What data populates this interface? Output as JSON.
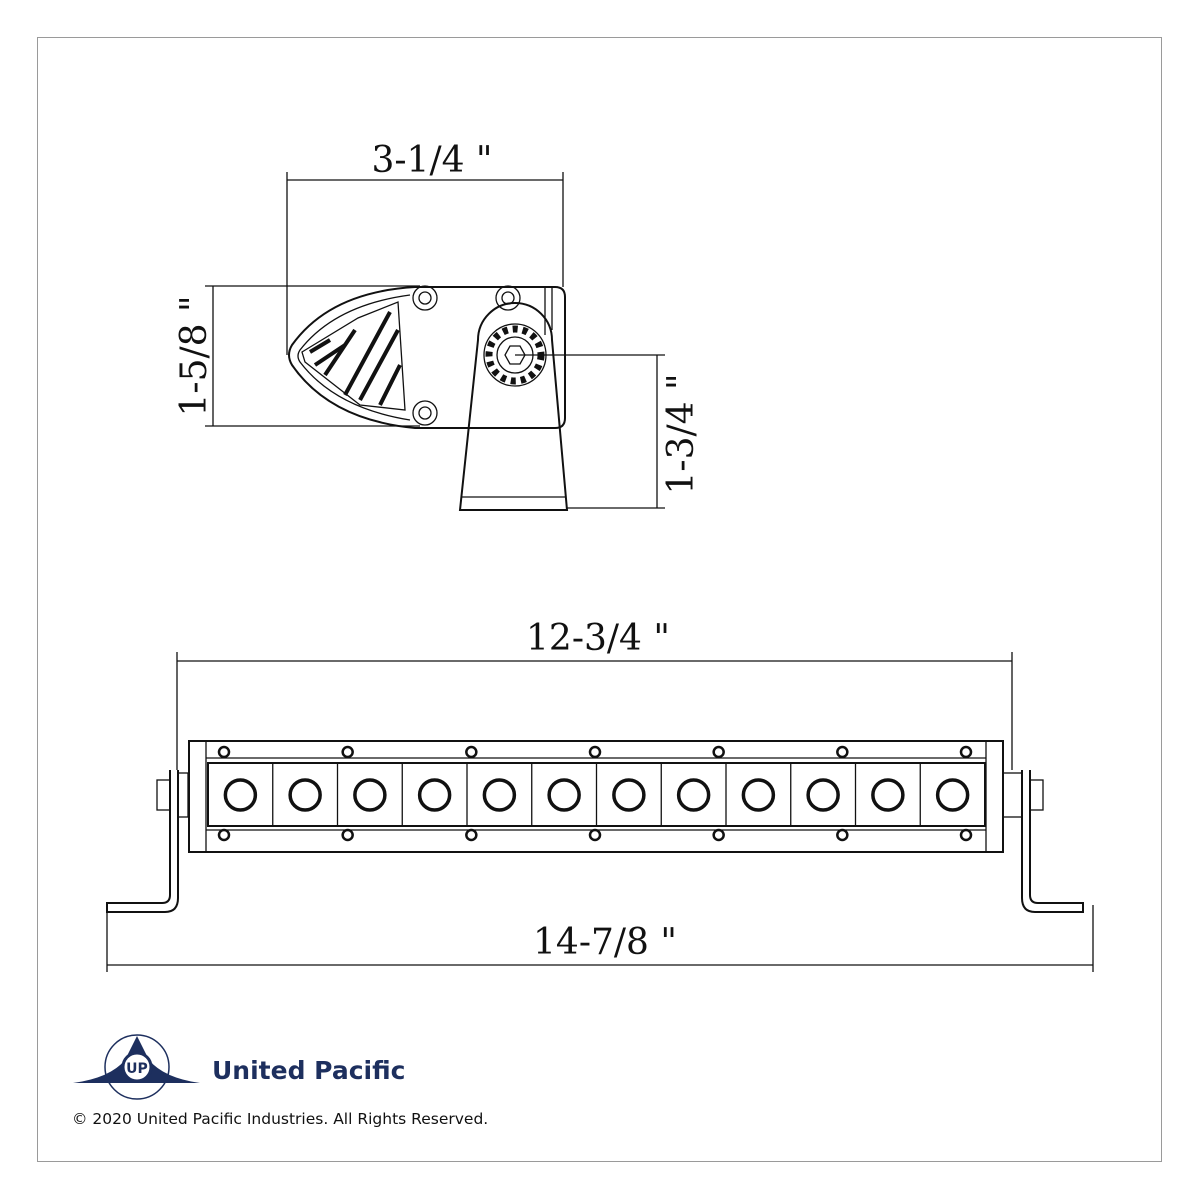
{
  "dimensions": {
    "side_width": "3-1/4 \"",
    "side_height": "1-5/8 \"",
    "mount_height": "1-3/4 \"",
    "bar_length": "12-3/4 \"",
    "overall_length": "14-7/8 \""
  },
  "led_count": 12,
  "brand": {
    "name": "United Pacific",
    "logo_letters": "UP",
    "color": "#1d2f5e"
  },
  "copyright": "© 2020 United Pacific Industries. All Rights Reserved."
}
